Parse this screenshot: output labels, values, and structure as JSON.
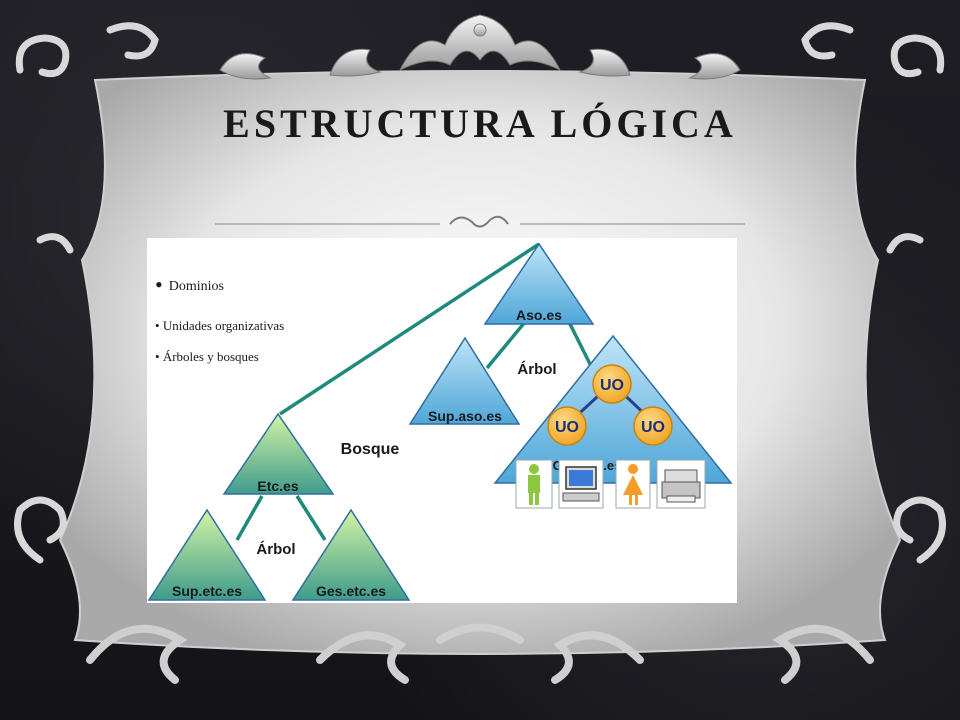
{
  "slide": {
    "title": "ESTRUCTURA LÓGICA"
  },
  "bullets": {
    "main": "Dominios",
    "sub": [
      "Unidades organizativas",
      "Árboles y bosques"
    ]
  },
  "diagram": {
    "domains": {
      "root": "Aso.es",
      "child": "Sup.aso.es",
      "second_root": "Etc.es",
      "left_child": "Sup.etc.es",
      "right_child": "Ges.etc.es"
    },
    "labels": {
      "tree_top": "Árbol",
      "forest": "Bosque",
      "tree_bottom": "Árbol",
      "hidden_domain": "Ges.aso.es"
    },
    "ou_label": "UO",
    "colors": {
      "domain_fill_top": "#9fd4f2",
      "domain_fill_bottom": "#4ea6d8",
      "domain_stroke": "#2f6ea0",
      "green_fill_top": "#c8ef9a",
      "green_fill_bottom": "#3a9a8a",
      "link": "#1e8a7a",
      "ou_fill": "#f6b93b",
      "ou_stroke": "#c68512",
      "ou_link": "#2a3f8f"
    },
    "icons": [
      "user-male-icon",
      "computer-icon",
      "user-female-icon",
      "printer-icon"
    ]
  }
}
